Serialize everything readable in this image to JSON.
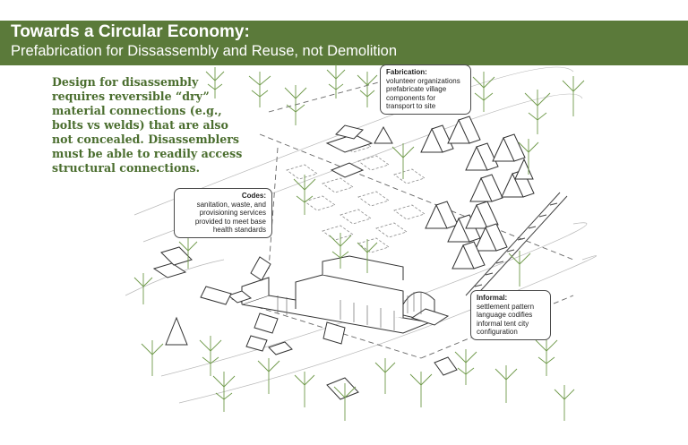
{
  "header": {
    "title": "Towards a Circular Economy:",
    "subtitle": "Prefabrication for Dissassembly and Reuse, not Demolition"
  },
  "lead_text": "Design for disassembly requires reversible “dry” material connections (e.g., bolts vs welds) that are also not concealed. Disassemblers must be able to readily access structural connections.",
  "callouts": {
    "fabrication": {
      "heading": "Fabrication:",
      "lines": [
        "volunteer organizations",
        "prefabricate village",
        "components for",
        "transport to site"
      ]
    },
    "codes": {
      "heading": "Codes:",
      "lines": [
        "sanitation, waste, and",
        "provisioning services",
        "provided to meet base",
        "health standards"
      ]
    },
    "informal": {
      "heading": "Informal:",
      "lines": [
        "settlement pattern",
        "language codifies",
        "informal tent city",
        "configuration"
      ]
    }
  },
  "colors": {
    "banner": "#5b7a3a",
    "lead_text": "#4b6e2f",
    "tree": "#6f9a4a",
    "line": "#555555"
  }
}
